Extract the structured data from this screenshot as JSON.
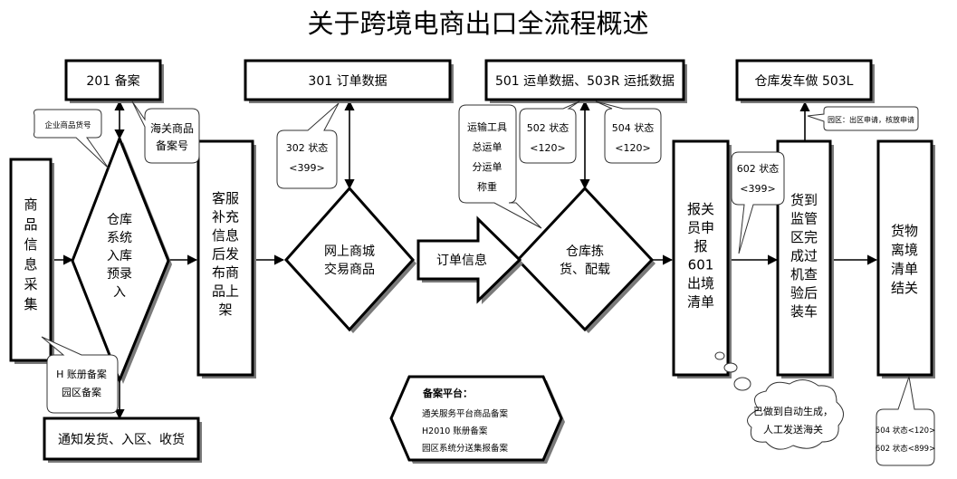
{
  "title": "关于跨境电商出口全流程概述",
  "boxes": {
    "b201": "201 备案",
    "b301": "301 订单数据",
    "b501": "501 运单数据、503R 运抵数据",
    "b503l": "仓库发车做 503L",
    "notify": "通知发货、入区、收货"
  },
  "vertical_boxes": {
    "product_info": [
      "商",
      "品",
      "信",
      "息",
      "采",
      "集"
    ],
    "customer_service": [
      "客服",
      "补充",
      "信息",
      "后发",
      "布商",
      "品上",
      "架"
    ],
    "customs_broker": [
      "报关",
      "员申",
      "报",
      "601",
      "出境",
      "清单"
    ],
    "arrive_zone": [
      "货到",
      "监管",
      "区完",
      "成过",
      "机查",
      "验后",
      "装车"
    ],
    "goods_leave": [
      "货物",
      "离境",
      "清单",
      "结关"
    ]
  },
  "diamonds": {
    "warehouse_prerecord": [
      "仓库",
      "系统",
      "入库",
      "预录",
      "入"
    ],
    "online_mall": [
      "网上商城",
      "交易商品"
    ],
    "warehouse_pick": [
      "仓库拣",
      "货、配载"
    ]
  },
  "arrow_label": "订单信息",
  "callouts": {
    "enterprise_code": "企业商品货号",
    "customs_record": [
      "海关商品",
      "备案号"
    ],
    "state302": [
      "302 状态",
      "<399>"
    ],
    "transport_tool": [
      "运输工具",
      "总运单",
      "分运单",
      "称重"
    ],
    "state502": [
      "502 状态",
      "<120>"
    ],
    "state504": [
      "504 状态",
      "<120>"
    ],
    "state602": [
      "602 状态",
      "<399>"
    ],
    "zone_apply": "园区：出区申请，核放申请",
    "h_account": [
      "H 账册备案",
      "园区备案"
    ],
    "auto_generate": [
      "已做到自动生成，",
      "人工发送海关"
    ],
    "final_states": [
      "504 状态<120>",
      "602 状态<899>"
    ]
  },
  "platform": {
    "heading": "备案平台：",
    "lines": [
      "通关服务平台商品备案",
      "H2010 账册备案",
      "园区系统分送集报备案"
    ]
  }
}
